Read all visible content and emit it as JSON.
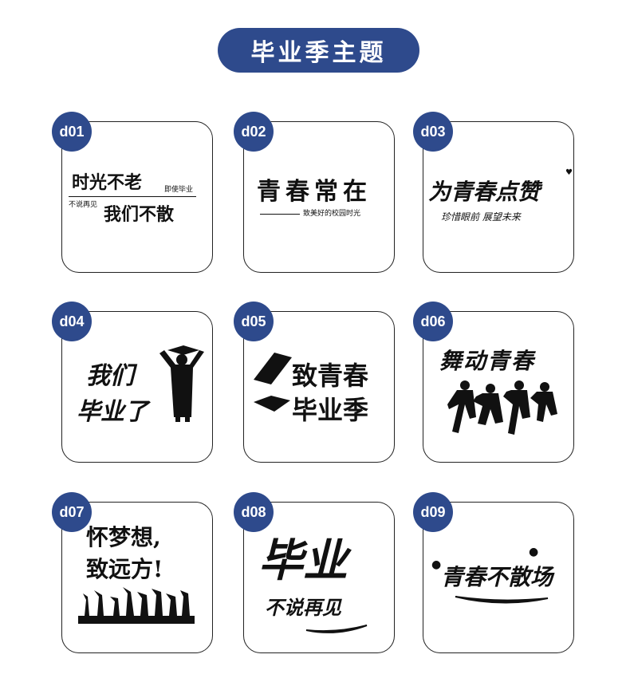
{
  "title": "毕业季主题",
  "accent_color": "#2e4a8c",
  "items": [
    {
      "code": "d01",
      "line1": "时光不老",
      "small1": "即使毕业",
      "small2": "不说再见",
      "line2": "我们不散"
    },
    {
      "code": "d02",
      "line1": "青春常在",
      "sub": "致美好的校园时光"
    },
    {
      "code": "d03",
      "line1": "为青春点赞",
      "sub": "珍惜眼前 展望未来"
    },
    {
      "code": "d04",
      "line1": "我们",
      "line2": "毕业了"
    },
    {
      "code": "d05",
      "line1": "致青春",
      "line2": "毕业季"
    },
    {
      "code": "d06",
      "line1": "舞动青春"
    },
    {
      "code": "d07",
      "line1": "怀梦想,",
      "line2": "致远方!"
    },
    {
      "code": "d08",
      "line1": "毕业",
      "line2": "不说再见"
    },
    {
      "code": "d09",
      "line1": "青春不散场"
    }
  ]
}
